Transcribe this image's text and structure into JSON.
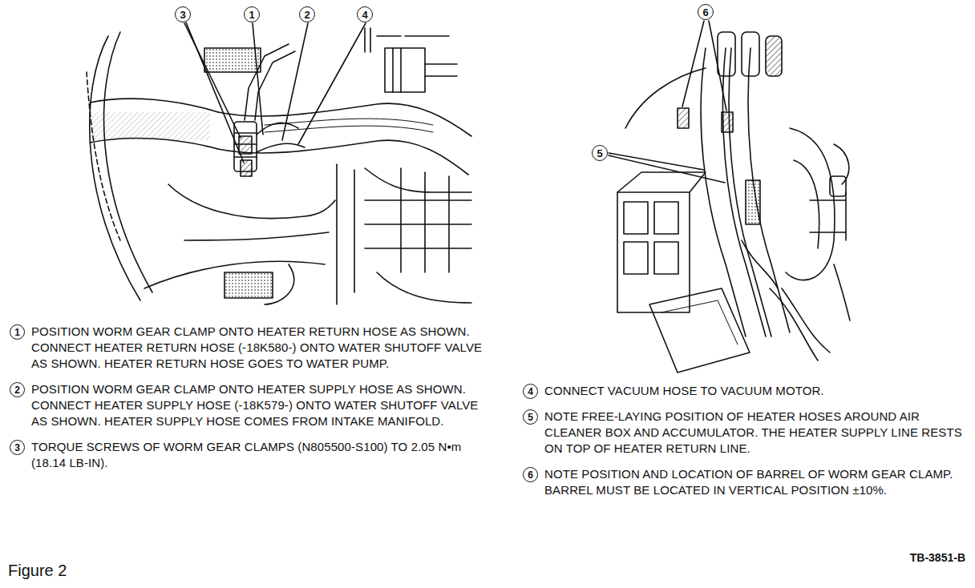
{
  "diagram": {
    "caption": "Figure 2",
    "labels": [
      "3",
      "1",
      "2",
      "4",
      "6",
      "5",
      "1",
      "POSITION WORM GEAR CLAMP ONTO HEATER RETURN HOSE AS SHOWN. CONNECT HEATER RETURN HOSE (-18K580-) ONTO WATER SHUTOFF VALVE AS SHOWN. HEATER RETURN HOSE GOES TO WATER PUMP.",
      "2",
      "POSITION WORM GEAR CLAMP ONTO HEATER SUPPLY HOSE AS SHOWN. CONNECT HEATER SUPPLY HOSE (-18K579-) ONTO WATER SHUTOFF VALVE AS SHOWN. HEATER SUPPLY HOSE COMES FROM INTAKE MANIFOLD.",
      "3",
      "TORQUE SCREWS OF WORM GEAR CLAMPS (N805500-S100) TO 2.05 N•m (18.14 LB-IN).",
      "4",
      "CONNECT VACUUM HOSE TO VACUUM MOTOR.",
      "5",
      "NOTE FREE-LAYING POSITION OF HEATER HOSES AROUND AIR CLEANER BOX AND ACCUMULATOR. THE HEATER SUPPLY LINE RESTS ON TOP OF HEATER RETURN LINE.",
      "6",
      "NOTE POSITION AND LOCATION OF BARREL OF WORM GEAR CLAMP. BARREL MUST BE LOCATED IN VERTICAL POSITION ±10%.",
      "TB-3851-B"
    ]
  }
}
